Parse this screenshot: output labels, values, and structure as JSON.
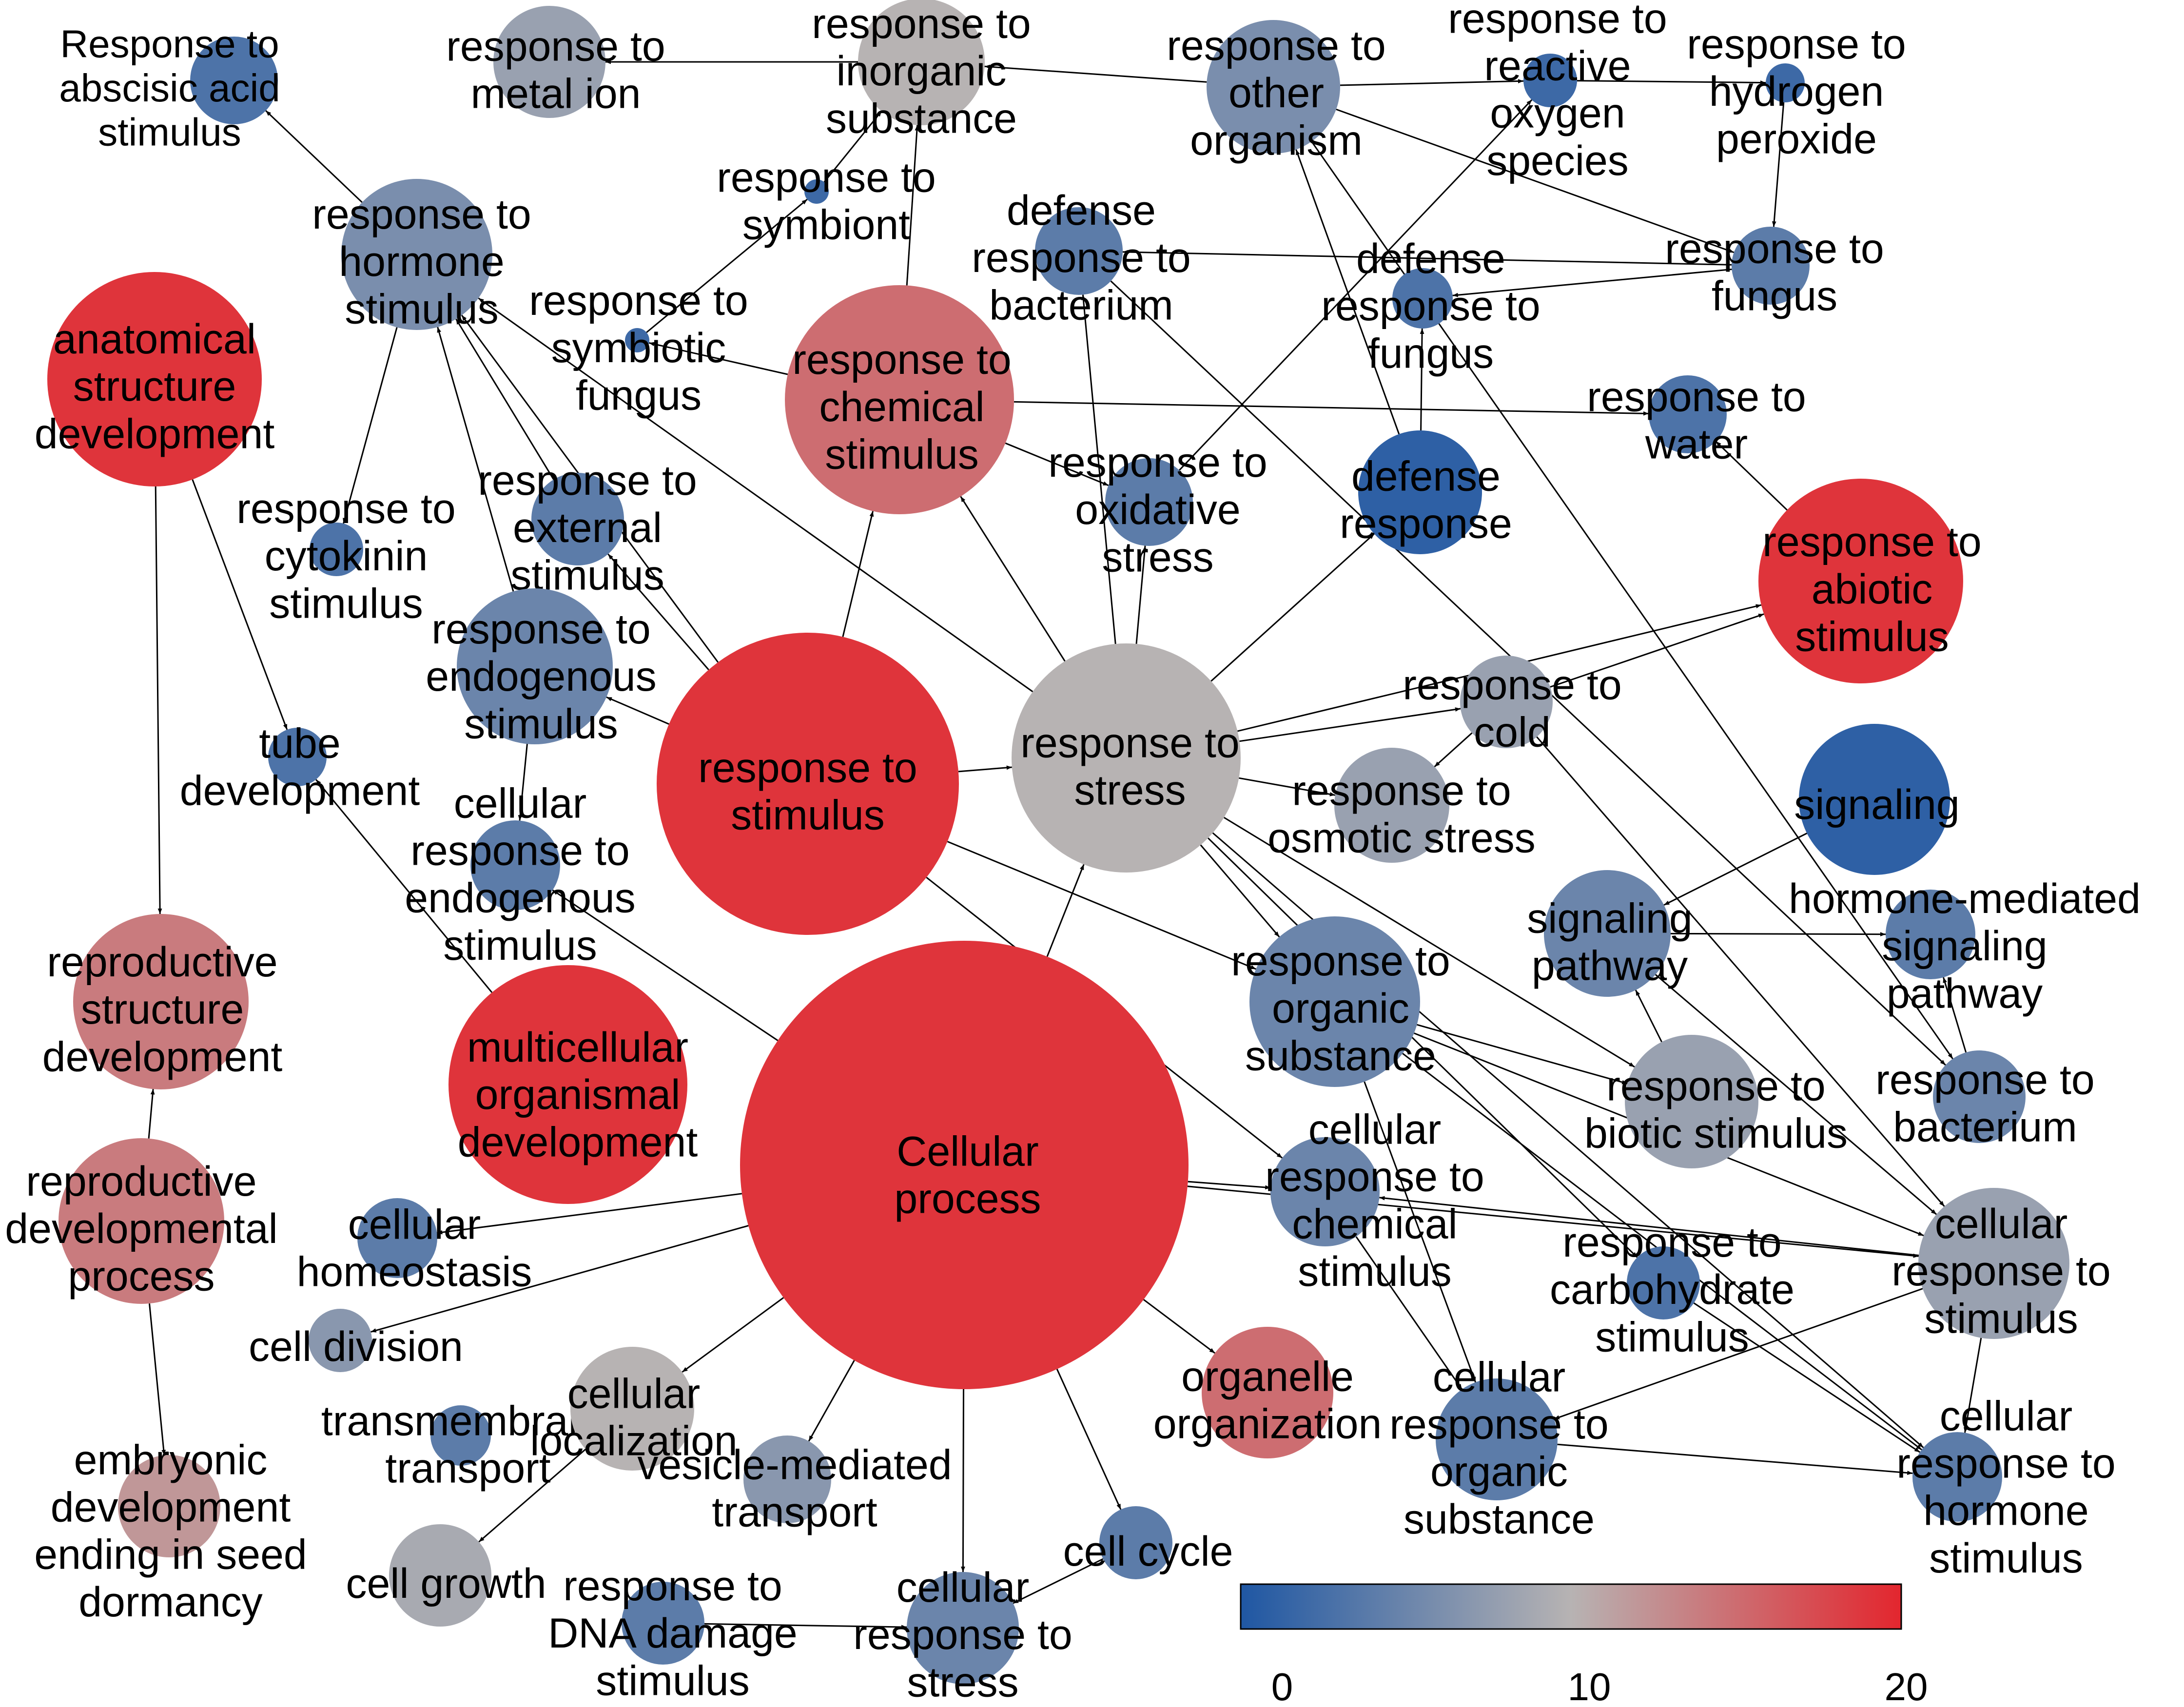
{
  "color_scale": {
    "min": 0,
    "max": 20,
    "stops": [
      "#1f57a3",
      "#b7b3b3",
      "#e3262e"
    ],
    "ticks": [
      "0",
      "10",
      "20"
    ]
  },
  "nodes": [
    {
      "id": "abscisic",
      "label": "Response to\nabscisic acid\nstimulus",
      "value": 3
    },
    {
      "id": "metal",
      "label": "response to\nmetal ion",
      "value": 8
    },
    {
      "id": "inorganic",
      "label": "response to\ninorganic\nsubstance",
      "value": 10
    },
    {
      "id": "other_org",
      "label": "response to\nother\norganism",
      "value": 6
    },
    {
      "id": "ros",
      "label": "response to\nreactive\noxygen\nspecies",
      "value": 2
    },
    {
      "id": "h2o2",
      "label": "response to\nhydrogen\nperoxide",
      "value": 2
    },
    {
      "id": "hormone",
      "label": "response to\nhormone\nstimulus",
      "value": 6
    },
    {
      "id": "symbiont",
      "label": "response to\nsymbiont",
      "value": 2
    },
    {
      "id": "def_bact",
      "label": "defense\nresponse to\nbacterium",
      "value": 4
    },
    {
      "id": "def_fungus",
      "label": "defense\nresponse to\nfungus",
      "value": 3
    },
    {
      "id": "fungus",
      "label": "response to\nfungus",
      "value": 4
    },
    {
      "id": "anatomical",
      "label": "anatomical\nstructure\ndevelopment",
      "value": 19
    },
    {
      "id": "symb_fungus",
      "label": "response to\nsymbiotic\nfungus",
      "value": 2
    },
    {
      "id": "chemical",
      "label": "response to\nchemical\nstimulus",
      "value": 15
    },
    {
      "id": "water",
      "label": "response to\nwater",
      "value": 3
    },
    {
      "id": "cytokinin",
      "label": "response to\ncytokinin\nstimulus",
      "value": 3
    },
    {
      "id": "external",
      "label": "response to\nexternal\nstimulus",
      "value": 4
    },
    {
      "id": "oxidative",
      "label": "response to\noxidative\nstress",
      "value": 4
    },
    {
      "id": "defense",
      "label": "defense\nresponse",
      "value": 1
    },
    {
      "id": "abiotic",
      "label": "response to\nabiotic\nstimulus",
      "value": 19
    },
    {
      "id": "endogenous",
      "label": "response to\nendogenous\nstimulus",
      "value": 5
    },
    {
      "id": "stimulus",
      "label": "response to\nstimulus",
      "value": 19
    },
    {
      "id": "stress",
      "label": "response to\nstress",
      "value": 10
    },
    {
      "id": "cold",
      "label": "response to\ncold",
      "value": 8
    },
    {
      "id": "tube",
      "label": "tube\ndevelopment",
      "value": 3
    },
    {
      "id": "cell_endog",
      "label": "cellular\nresponse to\nendogenous\nstimulus",
      "value": 4
    },
    {
      "id": "osmotic",
      "label": "response to\nosmotic stress",
      "value": 8
    },
    {
      "id": "signaling",
      "label": "signaling",
      "value": 1
    },
    {
      "id": "sig_path",
      "label": "signaling\npathway",
      "value": 5
    },
    {
      "id": "horm_sig",
      "label": "hormone-mediated\nsignaling\npathway",
      "value": 4
    },
    {
      "id": "repro_struct",
      "label": "reproductive\nstructure\ndevelopment",
      "value": 14
    },
    {
      "id": "organic",
      "label": "response to\norganic\nsubstance",
      "value": 5
    },
    {
      "id": "multicell",
      "label": "multicellular\norganismal\ndevelopment",
      "value": 19
    },
    {
      "id": "biotic",
      "label": "response to\nbiotic stimulus",
      "value": 8
    },
    {
      "id": "bacterium",
      "label": "response to\nbacterium",
      "value": 5
    },
    {
      "id": "cellular",
      "label": "Cellular\nprocess",
      "value": 19
    },
    {
      "id": "repro_dev",
      "label": "reproductive\ndevelopmental\nprocess",
      "value": 14
    },
    {
      "id": "cell_chem",
      "label": "cellular\nresponse to\nchemical\nstimulus",
      "value": 5
    },
    {
      "id": "homeostasis",
      "label": "cellular\nhomeostasis",
      "value": 4
    },
    {
      "id": "carbohydrate",
      "label": "response to\ncarbohydrate\nstimulus",
      "value": 3
    },
    {
      "id": "cell_stim",
      "label": "cellular\nresponse to\nstimulus",
      "value": 8
    },
    {
      "id": "division",
      "label": "cell division",
      "value": 7
    },
    {
      "id": "organelle",
      "label": "organelle\norganization",
      "value": 15
    },
    {
      "id": "cell_org",
      "label": "cellular\nresponse to\norganic\nsubstance",
      "value": 4
    },
    {
      "id": "transmembrane",
      "label": "transmembrane\ntransport",
      "value": 4
    },
    {
      "id": "localization",
      "label": "cellular\nlocalization",
      "value": 10
    },
    {
      "id": "vesicle",
      "label": "vesicle-mediated\ntransport",
      "value": 7
    },
    {
      "id": "embryonic",
      "label": "embryonic\ndevelopment\nending in seed\ndormancy",
      "value": 12
    },
    {
      "id": "cell_horm",
      "label": "cellular\nresponse to\nhormone\nstimulus",
      "value": 4
    },
    {
      "id": "cell_cycle",
      "label": "cell cycle",
      "value": 4
    },
    {
      "id": "growth",
      "label": "cell growth",
      "value": 9
    },
    {
      "id": "dna",
      "label": "response to\nDNA damage\nstimulus",
      "value": 4
    },
    {
      "id": "cell_stress",
      "label": "cellular\nresponse to\nstress",
      "value": 5
    }
  ],
  "edges": [
    [
      "inorganic",
      "metal"
    ],
    [
      "other_org",
      "inorganic"
    ],
    [
      "other_org",
      "ros"
    ],
    [
      "ros",
      "h2o2"
    ],
    [
      "other_org",
      "fungus"
    ],
    [
      "h2o2",
      "fungus"
    ],
    [
      "fungus",
      "def_fungus"
    ],
    [
      "fungus",
      "def_bact"
    ],
    [
      "hormone",
      "abscisic"
    ],
    [
      "hormone",
      "cytokinin"
    ],
    [
      "symbiont",
      "inorganic"
    ],
    [
      "symb_fungus",
      "symbiont"
    ],
    [
      "chemical",
      "inorganic"
    ],
    [
      "chemical",
      "symb_fungus"
    ],
    [
      "chemical",
      "water"
    ],
    [
      "chemical",
      "oxidative"
    ],
    [
      "anatomical",
      "repro_struct"
    ],
    [
      "anatomical",
      "tube"
    ],
    [
      "external",
      "hormone"
    ],
    [
      "stimulus",
      "stress"
    ],
    [
      "stimulus",
      "chemical"
    ],
    [
      "stimulus",
      "endogenous"
    ],
    [
      "stimulus",
      "external"
    ],
    [
      "stress",
      "oxidative"
    ],
    [
      "stress",
      "defense"
    ],
    [
      "stress",
      "abiotic"
    ],
    [
      "stress",
      "cold"
    ],
    [
      "stress",
      "osmotic"
    ],
    [
      "stress",
      "organic"
    ],
    [
      "stress",
      "hormone"
    ],
    [
      "stress",
      "chemical"
    ],
    [
      "stimulus",
      "hormone"
    ],
    [
      "defense",
      "def_fungus"
    ],
    [
      "defense",
      "other_org"
    ],
    [
      "oxidative",
      "ros"
    ],
    [
      "abiotic",
      "water"
    ],
    [
      "cold",
      "abiotic"
    ],
    [
      "cold",
      "osmotic"
    ],
    [
      "endogenous",
      "hormone"
    ],
    [
      "endogenous",
      "cell_endog"
    ],
    [
      "signaling",
      "sig_path"
    ],
    [
      "sig_path",
      "horm_sig"
    ],
    [
      "bacterium",
      "horm_sig"
    ],
    [
      "other_org",
      "bacterium"
    ],
    [
      "multicell",
      "tube"
    ],
    [
      "stimulus",
      "organic"
    ],
    [
      "stimulus",
      "cell_chem"
    ],
    [
      "stress",
      "def_bact"
    ],
    [
      "def_bact",
      "bacterium"
    ],
    [
      "organic",
      "biotic"
    ],
    [
      "organic",
      "cell_stim"
    ],
    [
      "organic",
      "cell_org"
    ],
    [
      "organic",
      "cell_horm"
    ],
    [
      "cell_chem",
      "cell_org"
    ],
    [
      "cellular",
      "cell_chem"
    ],
    [
      "cell_stim",
      "cell_chem"
    ],
    [
      "cellular",
      "homeostasis"
    ],
    [
      "cellular",
      "division"
    ],
    [
      "cellular",
      "localization"
    ],
    [
      "cellular",
      "vesicle"
    ],
    [
      "cellular",
      "organelle"
    ],
    [
      "cellular",
      "cell_cycle"
    ],
    [
      "cellular",
      "cell_stress"
    ],
    [
      "cellular",
      "cell_stim"
    ],
    [
      "cellular",
      "stress"
    ],
    [
      "cellular",
      "cell_endog"
    ],
    [
      "repro_dev",
      "repro_struct"
    ],
    [
      "repro_dev",
      "embryonic"
    ],
    [
      "localization",
      "growth"
    ],
    [
      "cell_cycle",
      "cell_stress"
    ],
    [
      "dna",
      "cell_stress"
    ],
    [
      "stress",
      "cell_horm"
    ],
    [
      "carbohydrate",
      "cell_horm"
    ],
    [
      "cell_stim",
      "cell_horm"
    ],
    [
      "cell_org",
      "cell_horm"
    ],
    [
      "biotic",
      "sig_path"
    ],
    [
      "sig_path",
      "cell_stim"
    ],
    [
      "cell_stim",
      "cell_org"
    ],
    [
      "stress",
      "carbohydrate"
    ],
    [
      "cold",
      "cell_stim"
    ],
    [
      "stress",
      "biotic"
    ]
  ]
}
